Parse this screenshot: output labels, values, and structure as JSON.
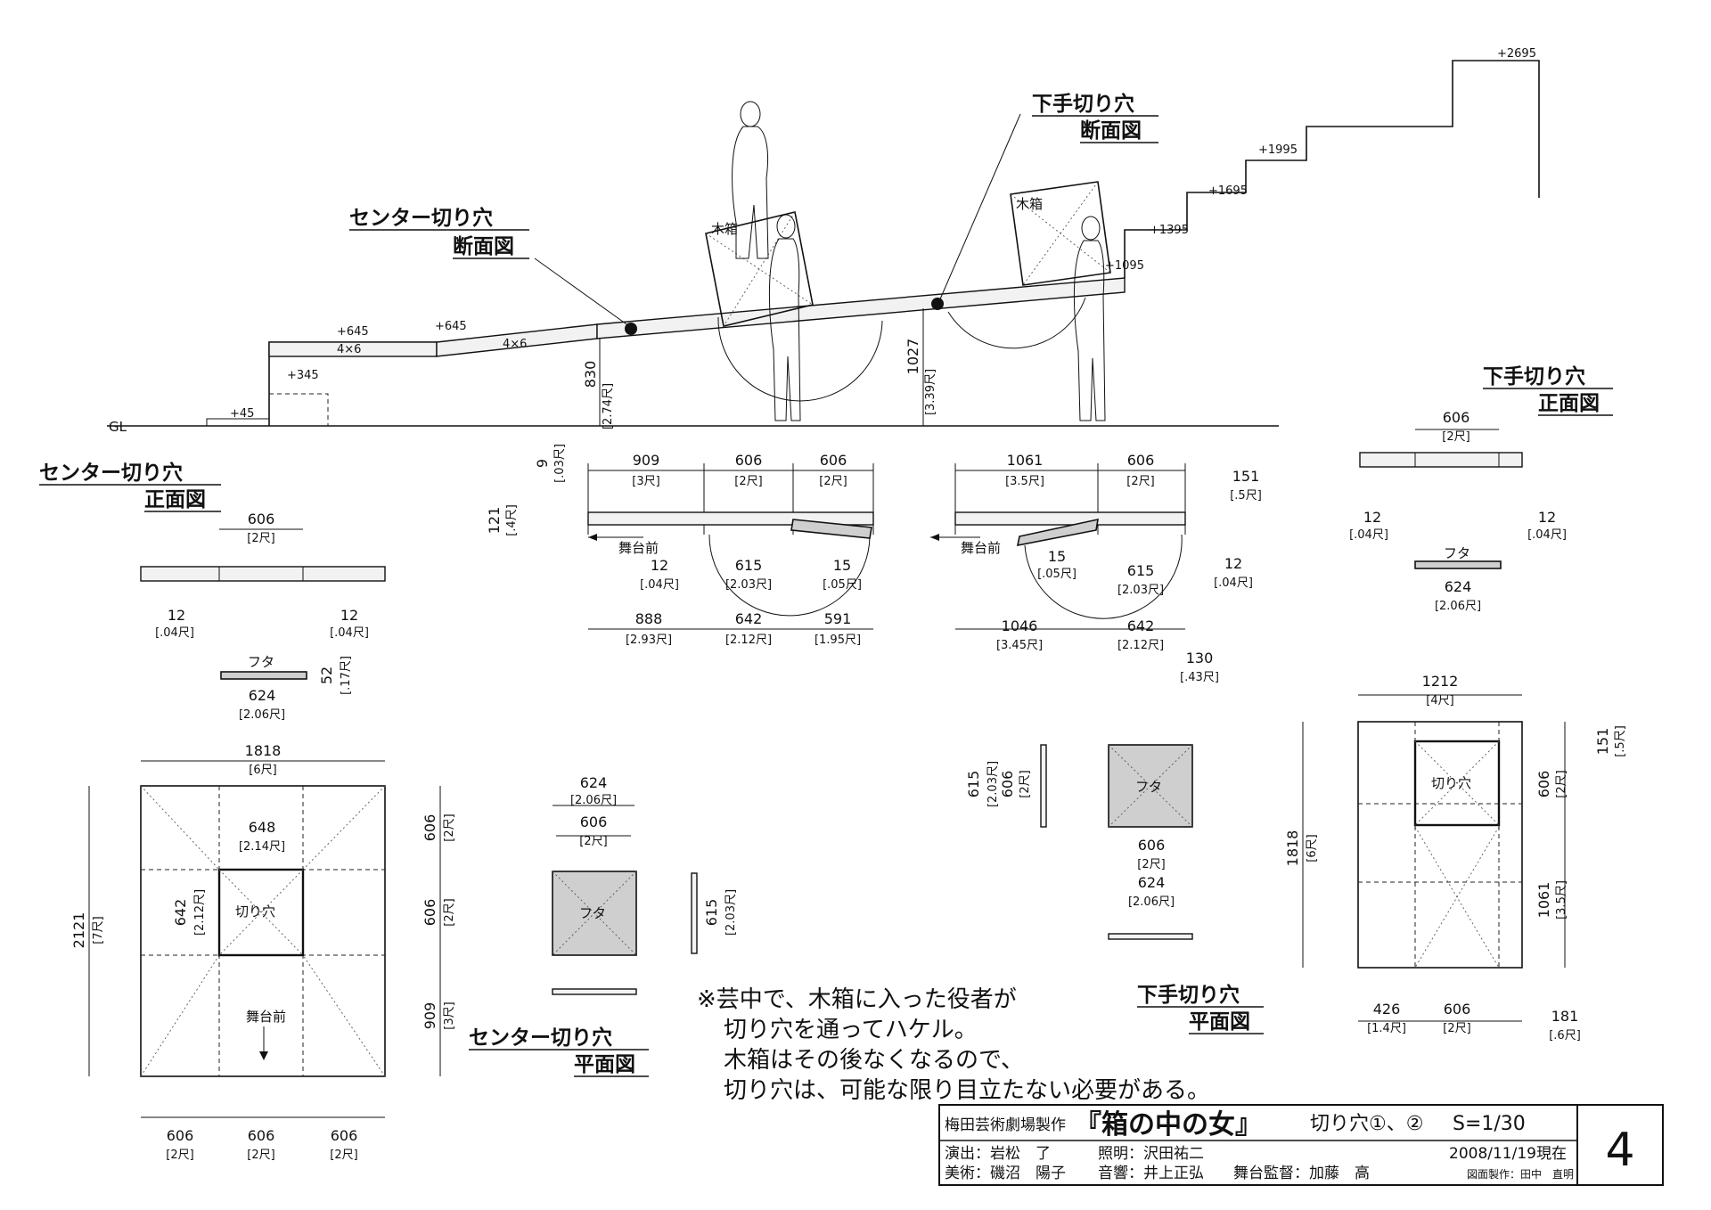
{
  "views": {
    "center_section": {
      "title_line1": "センター切り穴",
      "title_line2": "断面図"
    },
    "shimote_section": {
      "title_line1": "下手切り穴",
      "title_line2": "断面図"
    },
    "shimote_front": {
      "title_line1": "下手切り穴",
      "title_line2": "正面図"
    },
    "center_front": {
      "title_line1": "センター切り穴",
      "title_line2": "正面図"
    },
    "center_plan": {
      "title_line1": "センター切り穴",
      "title_line2": "平面図"
    },
    "shimote_plan": {
      "title_line1": "下手切り穴",
      "title_line2": "平面図"
    }
  },
  "elevation_labels": {
    "e2695": "+2695",
    "e1995": "+1995",
    "e1695": "+1695",
    "e1395": "+1395",
    "e1095": "+1095",
    "e645a": "+645",
    "e645b": "+645",
    "e345": "+345",
    "e45": "+45",
    "gl": "GL",
    "timber_a": "4×6",
    "timber_b": "4×6",
    "box_a": "木箱",
    "box_b": "木箱",
    "h830": "830",
    "h830_shaku": "[2.74尺]",
    "h1027": "1027",
    "h1027_shaku": "[3.39尺]"
  },
  "center_section_dims": {
    "top": [
      {
        "v": "909",
        "s": "[3尺]"
      },
      {
        "v": "606",
        "s": "[2尺]"
      },
      {
        "v": "606",
        "s": "[2尺]"
      }
    ],
    "side": [
      {
        "v": "9",
        "s": "[.03尺]"
      },
      {
        "v": "121",
        "s": "[.4尺]"
      }
    ],
    "mid": [
      {
        "v": "12",
        "s": "[.04尺]"
      },
      {
        "v": "615",
        "s": "[2.03尺]"
      },
      {
        "v": "15",
        "s": "[.05尺]"
      }
    ],
    "bottom": [
      {
        "v": "888",
        "s": "[2.93尺]"
      },
      {
        "v": "642",
        "s": "[2.12尺]"
      },
      {
        "v": "591",
        "s": "[1.95尺]"
      }
    ],
    "stage_front": "舞台前"
  },
  "shimote_section_dims": {
    "top": [
      {
        "v": "1061",
        "s": "[3.5尺]"
      },
      {
        "v": "606",
        "s": "[2尺]"
      }
    ],
    "side": [
      {
        "v": "151",
        "s": "[.5尺]"
      },
      {
        "v": "12",
        "s": "[.04尺]"
      },
      {
        "v": "130",
        "s": "[.43尺]"
      }
    ],
    "mid": [
      {
        "v": "15",
        "s": "[.05尺]"
      },
      {
        "v": "615",
        "s": "[2.03尺]"
      }
    ],
    "bottom": [
      {
        "v": "1046",
        "s": "[3.45尺]"
      },
      {
        "v": "642",
        "s": "[2.12尺]"
      }
    ],
    "stage_front": "舞台前"
  },
  "center_front_dims": {
    "w606": {
      "v": "606",
      "s": "[2尺]"
    },
    "gap_l": {
      "v": "12",
      "s": "[.04尺]"
    },
    "gap_r": {
      "v": "12",
      "s": "[.04尺]"
    },
    "lid_label": "フタ",
    "lid_w": {
      "v": "624",
      "s": "[2.06尺]"
    },
    "lid_t": {
      "v": "52",
      "s": "[.17尺]"
    }
  },
  "center_plan_dims": {
    "overall_w": {
      "v": "1818",
      "s": "[6尺]"
    },
    "hole_w": {
      "v": "648",
      "s": "[2.14尺]"
    },
    "hole_d": {
      "v": "642",
      "s": "[2.12尺]"
    },
    "hole_label": "切り穴",
    "overall_d": {
      "v": "2121",
      "s": "[7尺]"
    },
    "right": [
      {
        "v": "606",
        "s": "[2尺]"
      },
      {
        "v": "606",
        "s": "[2尺]"
      },
      {
        "v": "909",
        "s": "[3尺]"
      }
    ],
    "bottom": [
      {
        "v": "606",
        "s": "[2尺]"
      },
      {
        "v": "606",
        "s": "[2尺]"
      },
      {
        "v": "606",
        "s": "[2尺]"
      }
    ],
    "stage_front": "舞台前"
  },
  "center_lid_plan": {
    "outer": {
      "v": "624",
      "s": "[2.06尺]"
    },
    "inner": {
      "v": "606",
      "s": "[2尺]"
    },
    "depth": {
      "v": "615",
      "s": "[2.03尺]"
    },
    "label": "フタ"
  },
  "shimote_lid_plan": {
    "depth_a": {
      "v": "615",
      "s": "[2.03尺]"
    },
    "depth_b": {
      "v": "606",
      "s": "[2尺]"
    },
    "inner": {
      "v": "606",
      "s": "[2尺]"
    },
    "outer": {
      "v": "624",
      "s": "[2.06尺]"
    },
    "label": "フタ"
  },
  "shimote_front_dims": {
    "w606": {
      "v": "606",
      "s": "[2尺]"
    },
    "gap_l": {
      "v": "12",
      "s": "[.04尺]"
    },
    "gap_r": {
      "v": "12",
      "s": "[.04尺]"
    },
    "lid_label": "フタ",
    "lid_w": {
      "v": "624",
      "s": "[2.06尺]"
    }
  },
  "shimote_plan_dims": {
    "overall_w": {
      "v": "1212",
      "s": "[4尺]"
    },
    "top_r": {
      "v": "151",
      "s": "[.5尺]"
    },
    "right": [
      {
        "v": "606",
        "s": "[2尺]"
      },
      {
        "v": "1061",
        "s": "[3.5尺]"
      }
    ],
    "overall_d": {
      "v": "1818",
      "s": "[6尺]"
    },
    "bottom": [
      {
        "v": "426",
        "s": "[1.4尺]"
      },
      {
        "v": "606",
        "s": "[2尺]"
      },
      {
        "v": "181",
        "s": "[.6尺]"
      }
    ],
    "hole_label": "切り穴"
  },
  "notes": [
    "※芸中で、木箱に入った役者が",
    "切り穴を通ってハケル。",
    "木箱はその後なくなるので、",
    "切り穴は、可能な限り目立たない必要がある。"
  ],
  "title_block": {
    "producer": "梅田芸術劇場製作",
    "production": "『箱の中の女』",
    "drawing_title": "切り穴①、②",
    "scale": "S=1/30",
    "sheet_no": "4",
    "direction": "演出：岩松　了",
    "lighting": "照明：沢田祐二",
    "date": "2008/11/19現在",
    "art": "美術：磯沼　陽子",
    "sound": "音響：井上正弘",
    "stage_manager": "舞台監督：加藤　高",
    "drafter": "図面製作：田中　直明"
  }
}
